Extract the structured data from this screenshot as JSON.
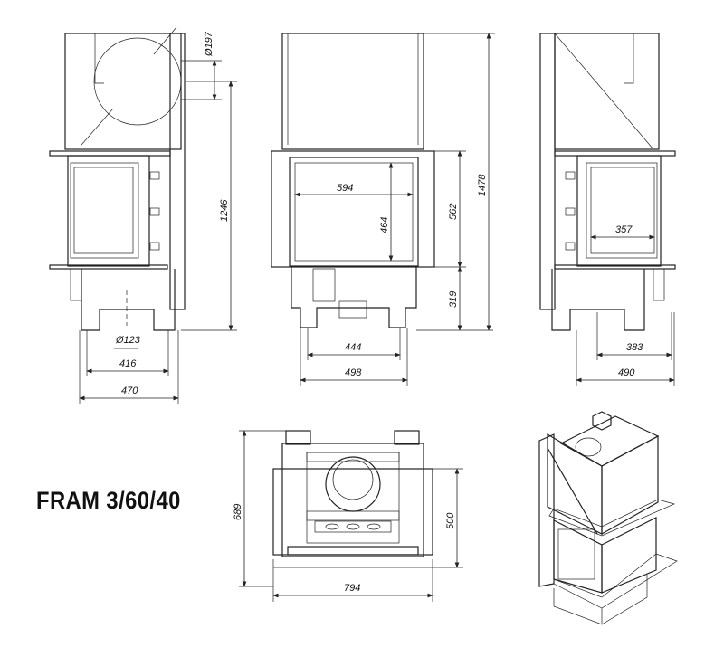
{
  "title": "FRAM 3/60/40",
  "side_view_left": {
    "flue_diameter": "Ø197",
    "height": "1246",
    "outlet_diameter": "Ø123",
    "leg_span": "416",
    "width": "470"
  },
  "front_view": {
    "door_width": "594",
    "door_height": "464",
    "body_height": "562",
    "base_height": "319",
    "total_height": "1478",
    "leg_span": "444",
    "width": "498"
  },
  "side_view_right": {
    "glass_width": "357",
    "leg_span": "383",
    "width": "490"
  },
  "top_view": {
    "depth": "689",
    "inner_depth": "500",
    "width": "794"
  }
}
